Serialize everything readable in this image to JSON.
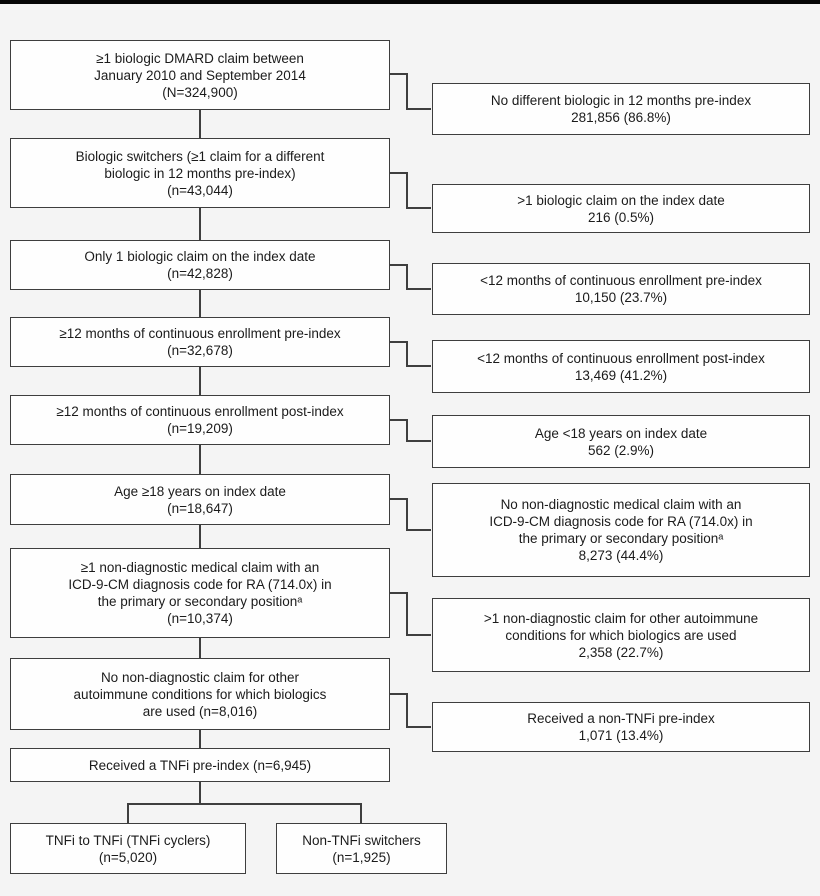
{
  "diagram": {
    "background_color": "#f4f4f4",
    "box_fill_color": "#fefefe",
    "line_color": "#3e3e3e",
    "top_bar_color": "#050505",
    "main": [
      {
        "lines": [
          "≥1 biologic DMARD claim between",
          "January 2010 and September 2014",
          "(N=324,900)"
        ]
      },
      {
        "lines": [
          "Biologic switchers (≥1 claim for a different",
          "biologic in 12 months pre-index)",
          "(n=43,044)"
        ]
      },
      {
        "lines": [
          "Only 1 biologic claim on the index date",
          "(n=42,828)"
        ]
      },
      {
        "lines": [
          "≥12 months of continuous enrollment pre-index",
          "(n=32,678)"
        ]
      },
      {
        "lines": [
          "≥12 months of continuous enrollment post-index",
          "(n=19,209)"
        ]
      },
      {
        "lines": [
          "Age ≥18 years on index date",
          "(n=18,647)"
        ]
      },
      {
        "lines": [
          "≥1 non-diagnostic medical claim with an",
          "ICD-9-CM diagnosis code for RA (714.0x) in",
          "the primary or secondary positionᵃ",
          "(n=10,374)"
        ]
      },
      {
        "lines": [
          "No non-diagnostic claim for other",
          "autoimmune conditions for which biologics",
          "are used (n=8,016)"
        ]
      },
      {
        "lines": [
          "Received a TNFi pre-index (n=6,945)"
        ]
      }
    ],
    "exclusions": [
      {
        "lines": [
          "No different biologic in 12 months pre-index",
          "281,856 (86.8%)"
        ]
      },
      {
        "lines": [
          ">1 biologic claim on the index date",
          "216 (0.5%)"
        ]
      },
      {
        "lines": [
          "<12 months of continuous enrollment pre-index",
          "10,150 (23.7%)"
        ]
      },
      {
        "lines": [
          "<12 months of continuous enrollment post-index",
          "13,469 (41.2%)"
        ]
      },
      {
        "lines": [
          "Age <18 years on index date",
          "562 (2.9%)"
        ]
      },
      {
        "lines": [
          "No non-diagnostic medical claim with an",
          "ICD-9-CM diagnosis code for RA (714.0x) in",
          "the primary or secondary positionᵃ",
          "8,273 (44.4%)"
        ]
      },
      {
        "lines": [
          ">1 non-diagnostic claim for other autoimmune",
          "conditions for which biologics are used",
          "2,358 (22.7%)"
        ]
      },
      {
        "lines": [
          "Received a non-TNFi pre-index",
          "1,071 (13.4%)"
        ]
      }
    ],
    "outcomes": [
      {
        "lines": [
          "TNFi to TNFi (TNFi cyclers)",
          "(n=5,020)"
        ]
      },
      {
        "lines": [
          "Non-TNFi switchers",
          "(n=1,925)"
        ]
      }
    ]
  }
}
